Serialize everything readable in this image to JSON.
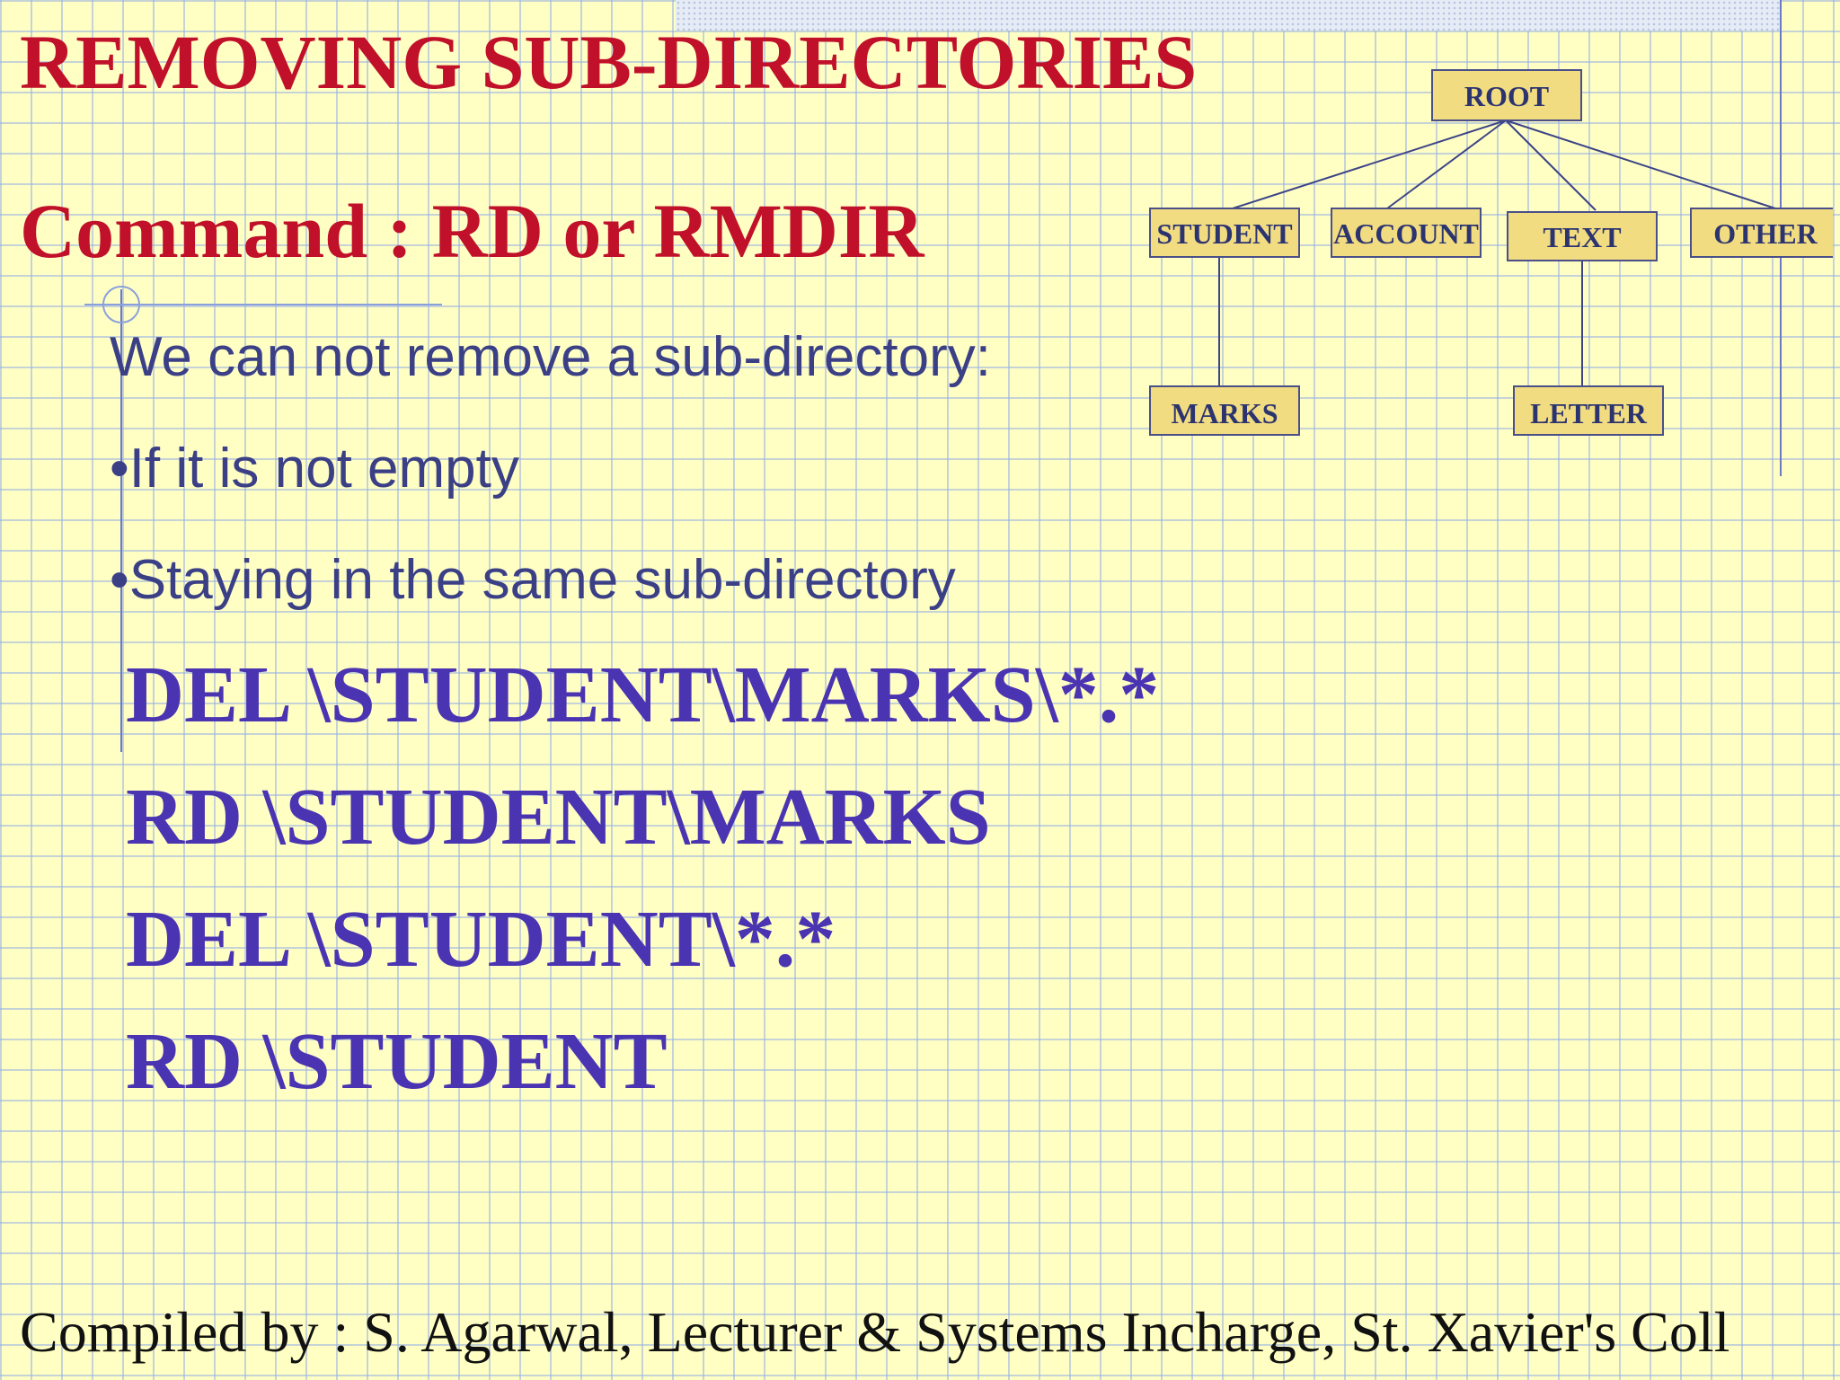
{
  "slide": {
    "title": "REMOVING SUB-DIRECTORIES",
    "command": "Command : RD or RMDIR",
    "intro": "We can not remove a sub-directory:",
    "bullets": [
      "•If it is not empty",
      "•Staying in the same sub-directory"
    ],
    "code_lines": [
      "DEL \\STUDENT\\MARKS\\*.*",
      "RD \\STUDENT\\MARKS",
      "DEL \\STUDENT\\*.*",
      "RD \\STUDENT"
    ],
    "footer": "Compiled by : S. Agarwal, Lecturer & Systems Incharge, St. Xavier's Coll"
  },
  "tree": {
    "root": "ROOT",
    "level1": [
      "STUDENT",
      "ACCOUNT",
      "TEXT",
      "OTHER"
    ],
    "level2": [
      "MARKS",
      "LETTER"
    ]
  },
  "colors": {
    "background": "#ffffc4",
    "grid": "#96afe6",
    "heading": "#c0102a",
    "body_text": "#3b3f86",
    "code_text": "#4a34b2",
    "node_fill": "#f2dc82",
    "node_border": "#4a4f88"
  }
}
